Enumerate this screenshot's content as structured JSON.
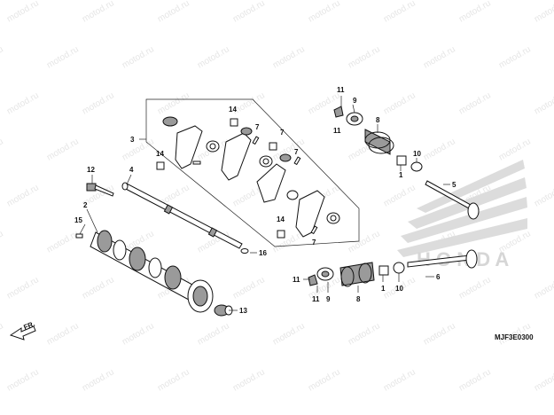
{
  "watermark_text": "motod.ru",
  "diagram_code": "MJF3E0300",
  "front_marker": "FR.",
  "colors": {
    "line": "#111111",
    "shade": "#9a9a9a",
    "watermark": "#e6e6e6",
    "wing": "#dcdcdc"
  },
  "callouts": [
    {
      "id": "c11a",
      "label": "11"
    },
    {
      "id": "c9a",
      "label": "9"
    },
    {
      "id": "c11b",
      "label": "11"
    },
    {
      "id": "c8a",
      "label": "8"
    },
    {
      "id": "c14a",
      "label": "14"
    },
    {
      "id": "c7a",
      "label": "7"
    },
    {
      "id": "c3",
      "label": "3"
    },
    {
      "id": "c14b",
      "label": "14"
    },
    {
      "id": "c7b",
      "label": "7"
    },
    {
      "id": "c7c",
      "label": "7"
    },
    {
      "id": "c12",
      "label": "12"
    },
    {
      "id": "c4",
      "label": "4"
    },
    {
      "id": "c14c",
      "label": "14"
    },
    {
      "id": "c7d",
      "label": "7"
    },
    {
      "id": "c1a",
      "label": "1"
    },
    {
      "id": "c10a",
      "label": "10"
    },
    {
      "id": "c5",
      "label": "5"
    },
    {
      "id": "c2",
      "label": "2"
    },
    {
      "id": "c15",
      "label": "15"
    },
    {
      "id": "c16",
      "label": "16"
    },
    {
      "id": "c11c",
      "label": "11"
    },
    {
      "id": "c11d",
      "label": "11"
    },
    {
      "id": "c9b",
      "label": "9"
    },
    {
      "id": "c8b",
      "label": "8"
    },
    {
      "id": "c1b",
      "label": "1"
    },
    {
      "id": "c10b",
      "label": "10"
    },
    {
      "id": "c6",
      "label": "6"
    },
    {
      "id": "c13",
      "label": "13"
    }
  ]
}
